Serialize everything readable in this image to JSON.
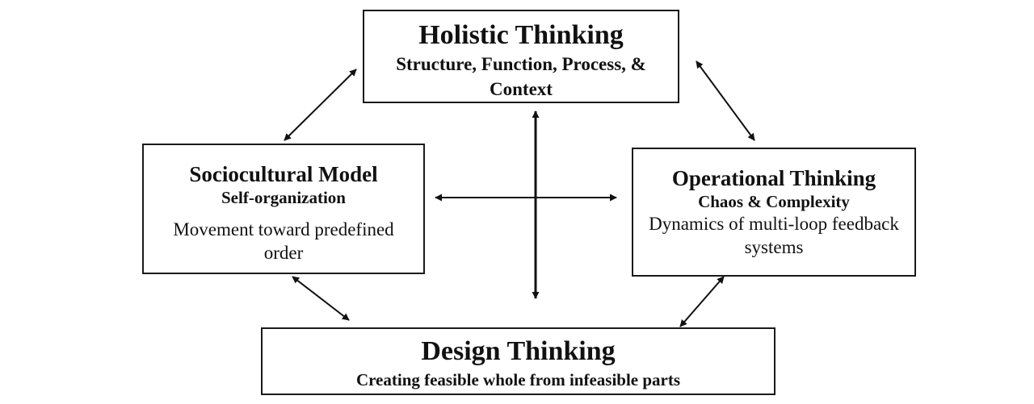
{
  "holistic": {
    "title": "Holistic Thinking",
    "subtitle": "Structure, Function, Process, & Context"
  },
  "sociocultural": {
    "title": "Sociocultural Model",
    "subtitle": "Self-organization",
    "body": "Movement toward predefined order"
  },
  "operational": {
    "title": "Operational Thinking",
    "subtitle": "Chaos & Complexity",
    "body": "Dynamics of multi-loop feedback systems"
  },
  "design": {
    "title": "Design Thinking",
    "subtitle": "Creating feasible whole from infeasible parts"
  },
  "colors": {
    "line": "#111111",
    "box_border": "#1a1a1a",
    "background": "#ffffff"
  }
}
